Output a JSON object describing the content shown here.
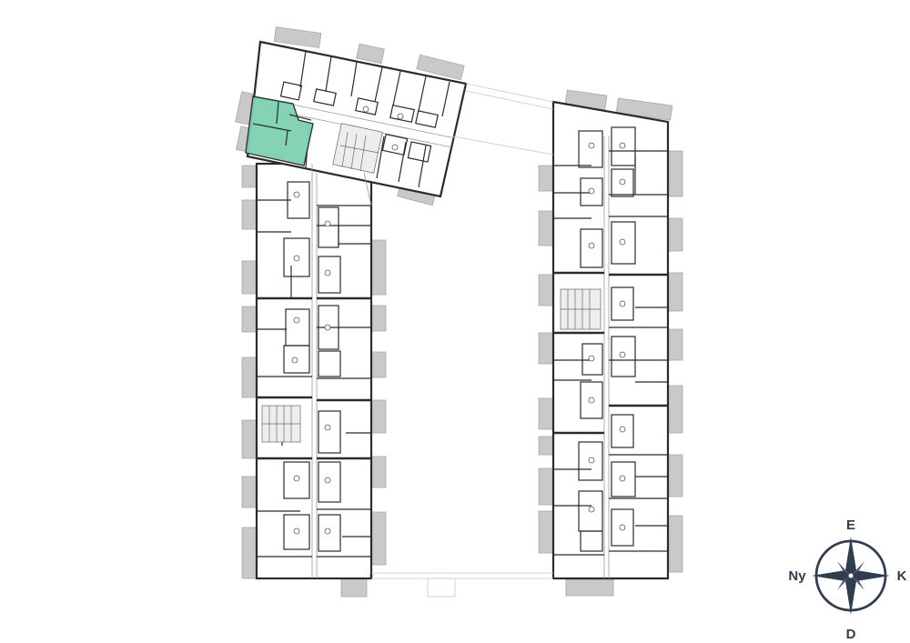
{
  "compass": {
    "north_label": "E",
    "south_label": "D",
    "west_label": "Ny",
    "east_label": "K",
    "color": "#2f3d4e"
  },
  "plan": {
    "selected_unit_color": "#7fd1b2",
    "balcony_color": "#c9c9c9"
  }
}
